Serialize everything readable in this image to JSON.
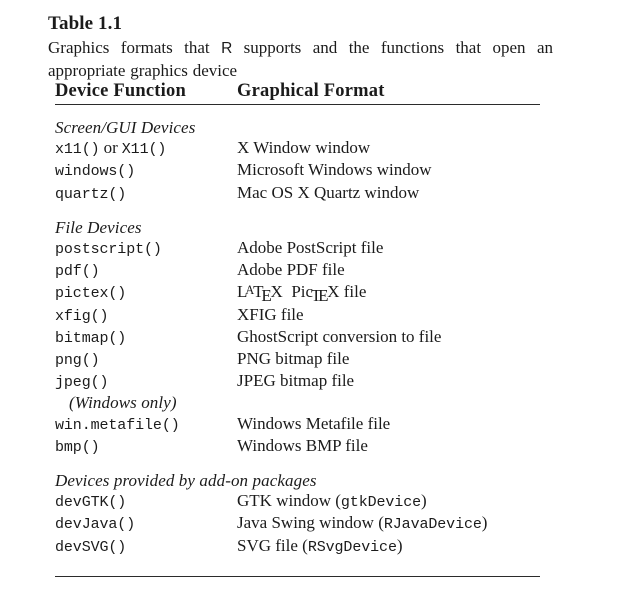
{
  "caption": {
    "table_number": "Table 1.1",
    "text_before_r": "Graphics formats that ",
    "r_symbol": "R",
    "text_after_r": " supports and the functions that open an appropriate graphics device",
    "full_text": "Graphics formats that R supports and the functions that open an appropriate graphics device"
  },
  "table": {
    "headers": {
      "device_function": "Device Function",
      "graphical_format": "Graphical Format"
    },
    "sections": [
      {
        "title": "Screen/GUI Devices",
        "rows": [
          {
            "func_pre": "x11()",
            "func_mid": " or ",
            "func_post": "X11()",
            "func": "x11() or X11()",
            "format": "X Window window"
          },
          {
            "func": "windows()",
            "format": "Microsoft Windows window"
          },
          {
            "func": "quartz()",
            "format": "Mac OS X Quartz window"
          }
        ]
      },
      {
        "title": "File Devices",
        "rows": [
          {
            "func": "postscript()",
            "format": "Adobe PostScript file"
          },
          {
            "func": "pdf()",
            "format": "Adobe PDF file"
          },
          {
            "func": "pictex()",
            "format": "LaTeX PicTeX file",
            "format_is_logo": true
          },
          {
            "func": "xfig()",
            "format": "XFIG file"
          },
          {
            "func": "bitmap()",
            "format": "GhostScript conversion to file"
          },
          {
            "func": "png()",
            "format": "PNG bitmap file"
          },
          {
            "func": "jpeg()",
            "format": "JPEG bitmap file"
          }
        ],
        "subsection": {
          "title": "(Windows only)",
          "rows": [
            {
              "func": "win.metafile()",
              "format": "Windows Metafile file"
            },
            {
              "func": "bmp()",
              "format": "Windows BMP file"
            }
          ]
        }
      },
      {
        "title": "Devices provided by add-on packages",
        "rows": [
          {
            "func": "devGTK()",
            "format_pre": "GTK window (",
            "format_mono": "gtkDevice",
            "format_post": ")",
            "format": "GTK window (gtkDevice)"
          },
          {
            "func": "devJava()",
            "format_pre": "Java Swing window (",
            "format_mono": "RJavaDevice",
            "format_post": ")",
            "format": "Java Swing window (RJavaDevice)"
          },
          {
            "func": "devSVG()",
            "format_pre": "SVG file (",
            "format_mono": "RSvgDevice",
            "format_post": ")",
            "format": "SVG file (RSvgDevice)"
          }
        ]
      }
    ]
  },
  "colors": {
    "text": "#1b1b1b",
    "rule": "#2b2b2b",
    "background": "#ffffff"
  }
}
